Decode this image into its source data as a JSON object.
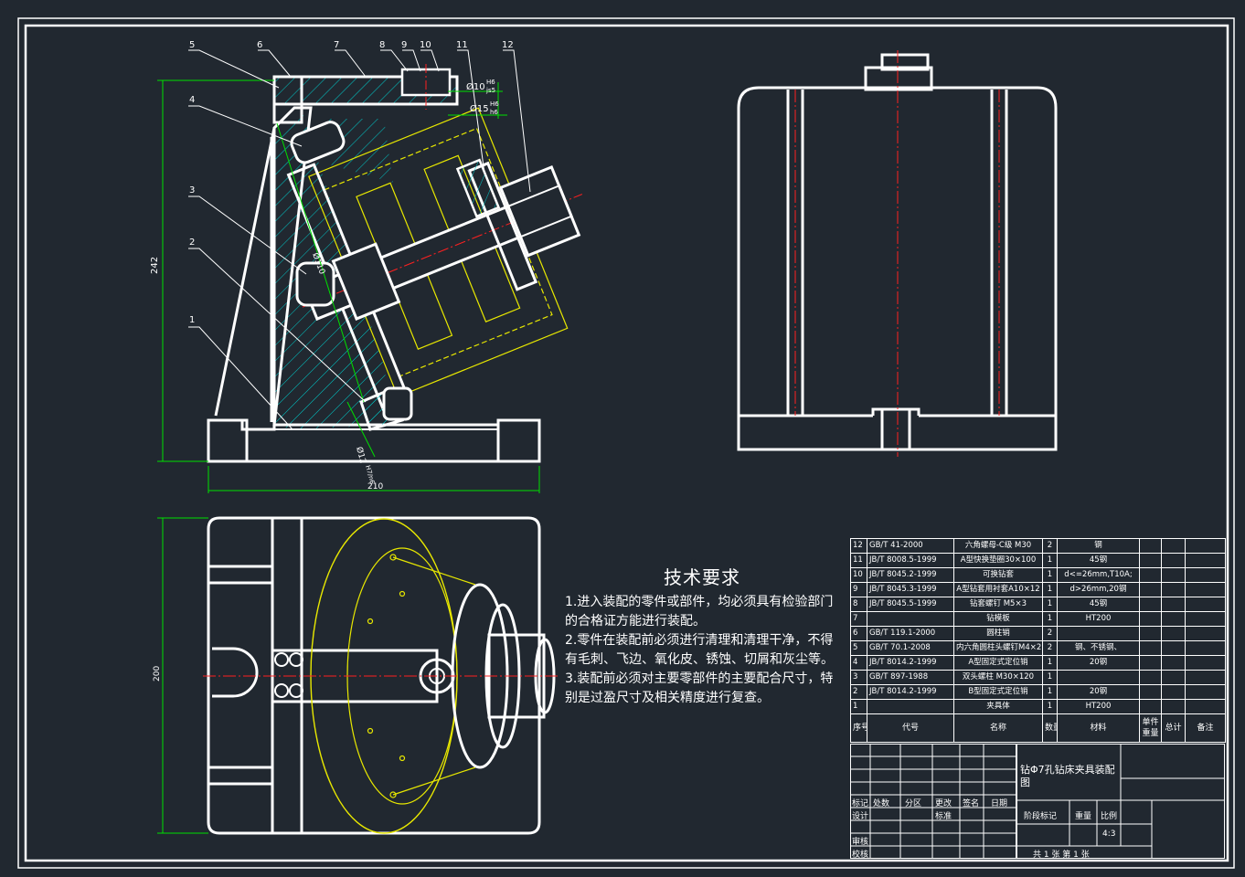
{
  "callouts": [
    "1",
    "2",
    "3",
    "4",
    "5",
    "6",
    "7",
    "8",
    "9",
    "10",
    "11",
    "12"
  ],
  "dimensions": {
    "height_242": "242",
    "width_210": "210",
    "width_200": "200",
    "fit_10": "Ø10",
    "fit_10_upper": "H6",
    "fit_10_lower": "js5",
    "fit_15": "Ø15",
    "fit_15_upper": "H6",
    "fit_15_lower": "h6",
    "fit_12": "Ø12",
    "fit_12_tol": "H7/n6",
    "fit_110": "Ø110"
  },
  "tech_requirements": {
    "title": "技术要求",
    "items": [
      "1.进入装配的零件或部件，均必须具有检验部门的合格证方能进行装配。",
      "2.零件在装配前必须进行清理和清理干净，不得有毛刺、飞边、氧化皮、锈蚀、切屑和灰尘等。",
      "3.装配前必须对主要零部件的主要配合尺寸，特别是过盈尺寸及相关精度进行复查。"
    ]
  },
  "bom": {
    "rows": [
      {
        "no": "12",
        "code": "GB/T 41-2000",
        "name": "六角螺母-C级 M30",
        "qty": "2",
        "material": "钢"
      },
      {
        "no": "11",
        "code": "JB/T 8008.5-1999",
        "name": "A型快换垫圈30×100",
        "qty": "1",
        "material": "45钢"
      },
      {
        "no": "10",
        "code": "JB/T 8045.2-1999",
        "name": "可换钻套",
        "qty": "1",
        "material": "d<=26mm,T10A;"
      },
      {
        "no": "9",
        "code": "JB/T 8045.3-1999",
        "name": "A型钻套用衬套A10×12",
        "qty": "1",
        "material": "d>26mm,20钢"
      },
      {
        "no": "8",
        "code": "JB/T 8045.5-1999",
        "name": "钻套螺钉 M5×3",
        "qty": "1",
        "material": "45钢"
      },
      {
        "no": "7",
        "code": "",
        "name": "钻模板",
        "qty": "1",
        "material": "HT200"
      },
      {
        "no": "6",
        "code": "GB/T 119.1-2000",
        "name": "圆柱销",
        "qty": "2",
        "material": ""
      },
      {
        "no": "5",
        "code": "GB/T 70.1-2008",
        "name": "内六角圆柱头螺钉M4×2",
        "qty": "2",
        "material": "钢、不锈钢、"
      },
      {
        "no": "4",
        "code": "JB/T 8014.2-1999",
        "name": "A型固定式定位销",
        "qty": "1",
        "material": "20钢"
      },
      {
        "no": "3",
        "code": "GB/T 897-1988",
        "name": "双头螺柱 M30×120",
        "qty": "1",
        "material": ""
      },
      {
        "no": "2",
        "code": "JB/T 8014.2-1999",
        "name": "B型固定式定位销",
        "qty": "1",
        "material": "20钢"
      },
      {
        "no": "1",
        "code": "",
        "name": "夹具体",
        "qty": "1",
        "material": "HT200"
      }
    ],
    "headers": {
      "no": "序号",
      "code": "代号",
      "name": "名称",
      "qty": "数量",
      "material": "材料",
      "unit": "单件",
      "total": "总计",
      "weight": "重量",
      "remark": "备注"
    }
  },
  "title_block": {
    "drawing_title": "钻Φ7孔钻床夹具装配图",
    "mark": "标记",
    "count": "处数",
    "zone": "分区",
    "change_doc": "更改",
    "sign": "签名",
    "date": "日期",
    "design": "设计",
    "standard": "标准",
    "review": "审核",
    "check": "校核",
    "stage_mark": "阶段标记",
    "weight": "重量",
    "scale_label": "比例",
    "scale": "4:3",
    "sheets": "共 1 张 第 1 张"
  },
  "colors": {
    "background": "#212830",
    "outline": "#ffffff",
    "dimension": "#00e000",
    "hatch": "#00c8c8",
    "hidden": "#e8e800",
    "centerline": "#ff2020"
  }
}
